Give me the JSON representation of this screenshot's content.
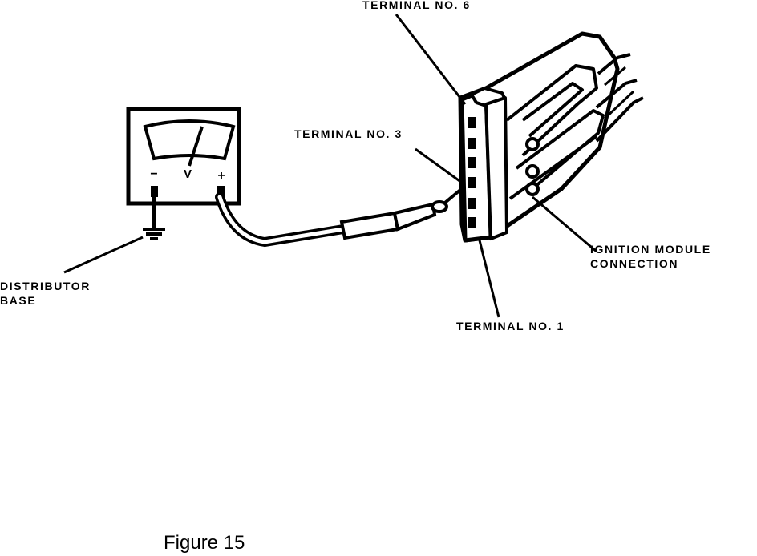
{
  "labels": {
    "terminal_6": "TERMINAL NO. 6",
    "terminal_3": "TERMINAL NO. 3",
    "terminal_1": "TERMINAL NO. 1",
    "ignition_line1": "IGNITION MODULE",
    "ignition_line2": "CONNECTION",
    "distributor_line1": "DISTRIBUTOR",
    "distributor_line2": "BASE"
  },
  "meter": {
    "minus_symbol": "−",
    "plus_symbol": "+",
    "unit_symbol": "V"
  },
  "caption": "Figure 15"
}
